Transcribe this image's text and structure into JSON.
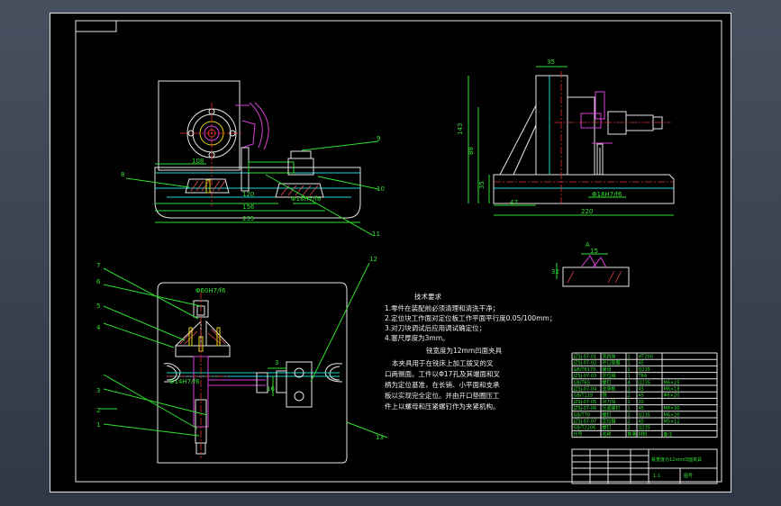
{
  "balloons": [
    "1",
    "2",
    "3",
    "4",
    "5",
    "6",
    "7",
    "8",
    "9",
    "10",
    "11",
    "12",
    "13"
  ],
  "dims_top": {
    "d108": "108",
    "d120": "120",
    "d156": "156",
    "d235": "235",
    "fit": "Φ18H7/f6"
  },
  "dims_side": {
    "d35": "35",
    "d143": "143",
    "d88": "88",
    "d35b": "35",
    "d47": "47",
    "d220": "220",
    "fit": "Φ18H7/f6",
    "s32": "32",
    "s15": "15",
    "viewA": "A"
  },
  "dims_plan": {
    "fit1": "Φ60H7/f6",
    "fit2": "Φ14H7/f6",
    "d3": "3",
    "d16": "16"
  },
  "notes": {
    "heading": "技术要求",
    "lines": [
      "1.零件在装配前必须清理和清洗干净；",
      "2.定位块工作面对定位板工作平面平行度0.05/100mm；",
      "3.对刀块调试后应用调试确定位；",
      "4.塞尺厚度为3mm。"
    ],
    "title2": "铣宽度为12mm凹面夹具",
    "para": [
      "本夹具用于在铣床上加工拨叉的叉",
      "口两侧面。工件以Φ17孔及其端面和叉",
      "柄为定位基准，在长销、小平面和支承",
      "板以实现完全定位。并由开口垫圈压工",
      "件上以螺母和压紧螺钉作为夹紧机构。"
    ]
  },
  "bom": {
    "rows": [
      {
        "code": "JZSJ-07-01",
        "name": "夹具体",
        "qty": "1",
        "mat": "HT200",
        "note": ""
      },
      {
        "code": "JZSJ-07-02",
        "name": "开口垫圈",
        "qty": "1",
        "mat": "45",
        "note": ""
      },
      {
        "code": "GB/T6170",
        "name": "螺母",
        "qty": "1",
        "mat": "Q235",
        "note": ""
      },
      {
        "code": "JZSJ-07-03",
        "name": "定位销",
        "qty": "1",
        "mat": "T8A",
        "note": ""
      },
      {
        "code": "GB/T65",
        "name": "螺钉",
        "qty": "4",
        "mat": "Q235",
        "note": "M6×25"
      },
      {
        "code": "JZSJ-07-04",
        "name": "支承板",
        "qty": "1",
        "mat": "45",
        "note": "M6×18"
      },
      {
        "code": "GB/T119",
        "name": "销",
        "qty": "2",
        "mat": "45",
        "note": "Φ6×20"
      },
      {
        "code": "JZSJ-07-05",
        "name": "对刀块",
        "qty": "1",
        "mat": "20",
        "note": ""
      },
      {
        "code": "JZSJ-07-06",
        "name": "压紧螺钉",
        "qty": "1",
        "mat": "45",
        "note": "M8×30"
      },
      {
        "code": "GB/T70",
        "name": "螺钉",
        "qty": "2",
        "mat": "Q235",
        "note": "M6×20"
      },
      {
        "code": "JZSJ-07-07",
        "name": "定位键",
        "qty": "2",
        "mat": "45",
        "note": "M5×12"
      },
      {
        "code": "GB/T2206",
        "name": "螺钉",
        "qty": "2",
        "mat": "Q235",
        "note": ""
      }
    ],
    "header": {
      "code": "代号",
      "name": "名称",
      "qty": "数量",
      "mat": "材料",
      "note": "备注"
    }
  },
  "titleblock": {
    "title": "铣宽度为12mm凹面夹具",
    "scale": "1:1",
    "sheet": "图号"
  }
}
